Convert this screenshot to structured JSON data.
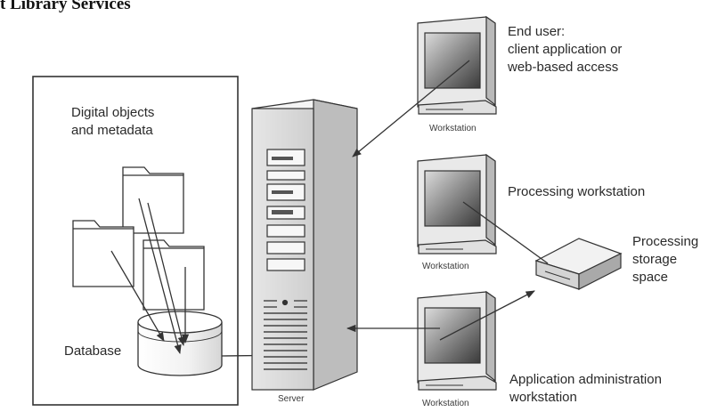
{
  "header": {
    "title": "t Library Services"
  },
  "repository": {
    "objects_label": "Digital objects\nand metadata",
    "database_label": "Database"
  },
  "server": {
    "label": "Server"
  },
  "end_user": {
    "title": "End user:\nclient application or\nweb-based access",
    "workstation_label": "Workstation"
  },
  "processing": {
    "title": "Processing workstation",
    "workstation_label": "Workstation",
    "storage_label": "Processing\nstorage\nspace"
  },
  "admin": {
    "title": "Application administration\nworkstation",
    "workstation_label": "Workstation"
  }
}
